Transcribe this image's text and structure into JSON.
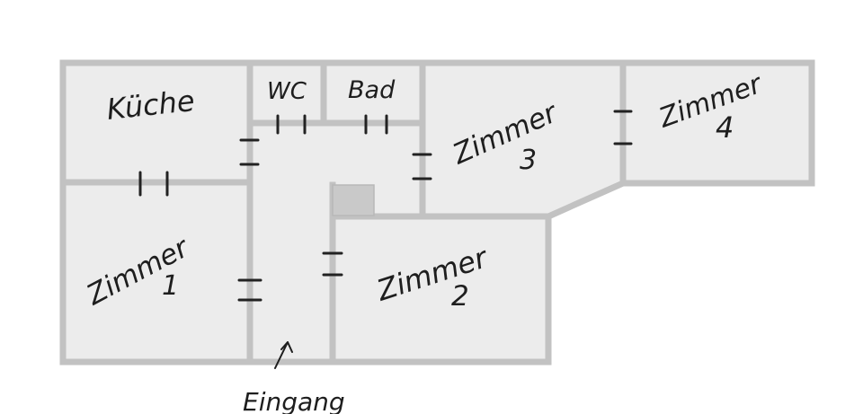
{
  "plan": {
    "rooms": {
      "kueche": "Küche",
      "wc": "WC",
      "bad": "Bad",
      "zimmer1": {
        "name": "Zimmer",
        "number": "1"
      },
      "zimmer2": {
        "name": "Zimmer",
        "number": "2"
      },
      "zimmer3": {
        "name": "Zimmer",
        "number": "3"
      },
      "zimmer4": {
        "name": "Zimmer",
        "number": "4"
      }
    },
    "entrance": "Eingang"
  }
}
